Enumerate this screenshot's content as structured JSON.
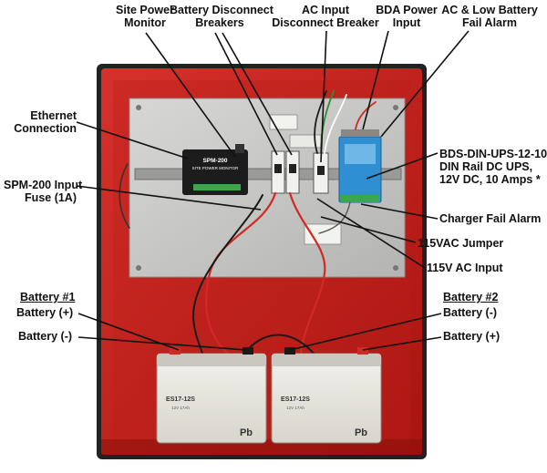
{
  "labels": {
    "site_power_monitor": [
      "Site Power",
      "Monitor"
    ],
    "battery_disconnect_breakers": [
      "Battery Disconnect",
      "Breakers"
    ],
    "ac_input_disconnect_breaker": [
      "AC Input",
      "Disconnect Breaker"
    ],
    "bda_power_input": [
      "BDA Power",
      "Input"
    ],
    "ac_low_battery_fail_alarm": [
      "AC & Low Battery",
      "Fail Alarm"
    ],
    "ethernet_connection": [
      "Ethernet",
      "Connection"
    ],
    "spm200_input_fuse": [
      "SPM-200 Input",
      "Fuse (1A)"
    ],
    "bds_din_ups": [
      "BDS-DIN-UPS-12-10,",
      "DIN Rail DC UPS,",
      "12V DC, 10 Amps *"
    ],
    "charger_fail_alarm": "Charger Fail Alarm",
    "jumper_115vac": "115VAC Jumper",
    "ac_input_115v": "115V AC Input",
    "battery1_title": "Battery #1",
    "battery1_pos": "Battery (+)",
    "battery1_neg": "Battery (-)",
    "battery2_title": "Battery #2",
    "battery2_neg": "Battery (-)",
    "battery2_pos": "Battery (+)"
  },
  "device": {
    "monitor_model": "SPM-200",
    "monitor_title": "SITE POWER MONITOR",
    "battery_model": "ES17-12S",
    "battery_spec": "12V 17Ah",
    "battery_pb": "Pb"
  },
  "colors": {
    "enclosure": "#c8201c",
    "backplate": "#c9c9c7",
    "ups_module": "#2f8fd0",
    "battery": "#e8e6de"
  }
}
